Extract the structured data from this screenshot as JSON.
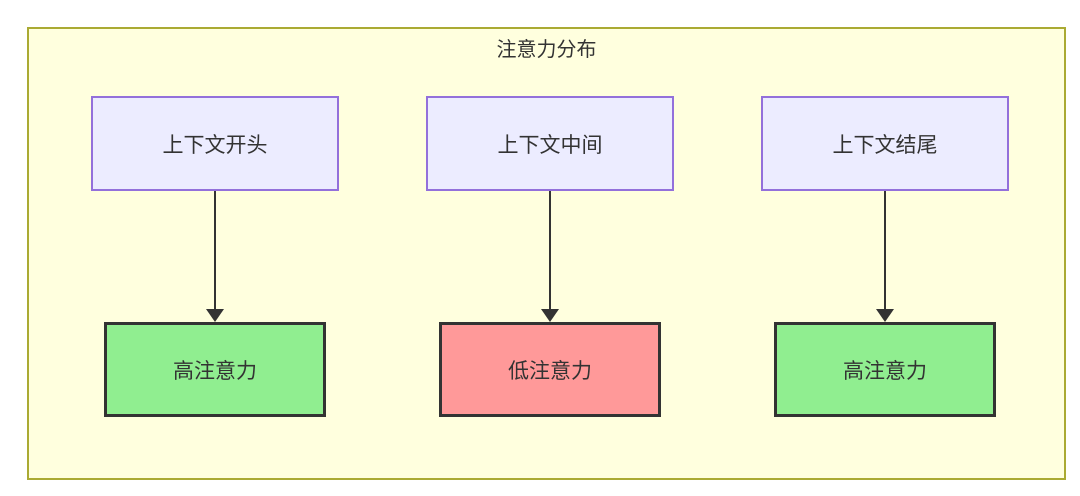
{
  "diagram": {
    "title": "注意力分布",
    "type": "flowchart",
    "colors": {
      "cluster_fill": "#ffffde",
      "cluster_border": "#aaaa33",
      "source_node_fill": "#ececff",
      "source_node_border": "#9370db",
      "high_attention_fill": "#90ee90",
      "low_attention_fill": "#ff9999",
      "result_node_border": "#333333",
      "arrow_color": "#333333",
      "text_color": "#333333"
    },
    "columns": [
      {
        "source": "上下文开头",
        "result": "高注意力",
        "attention_level": "high"
      },
      {
        "source": "上下文中间",
        "result": "低注意力",
        "attention_level": "low"
      },
      {
        "source": "上下文结尾",
        "result": "高注意力",
        "attention_level": "high"
      }
    ]
  }
}
